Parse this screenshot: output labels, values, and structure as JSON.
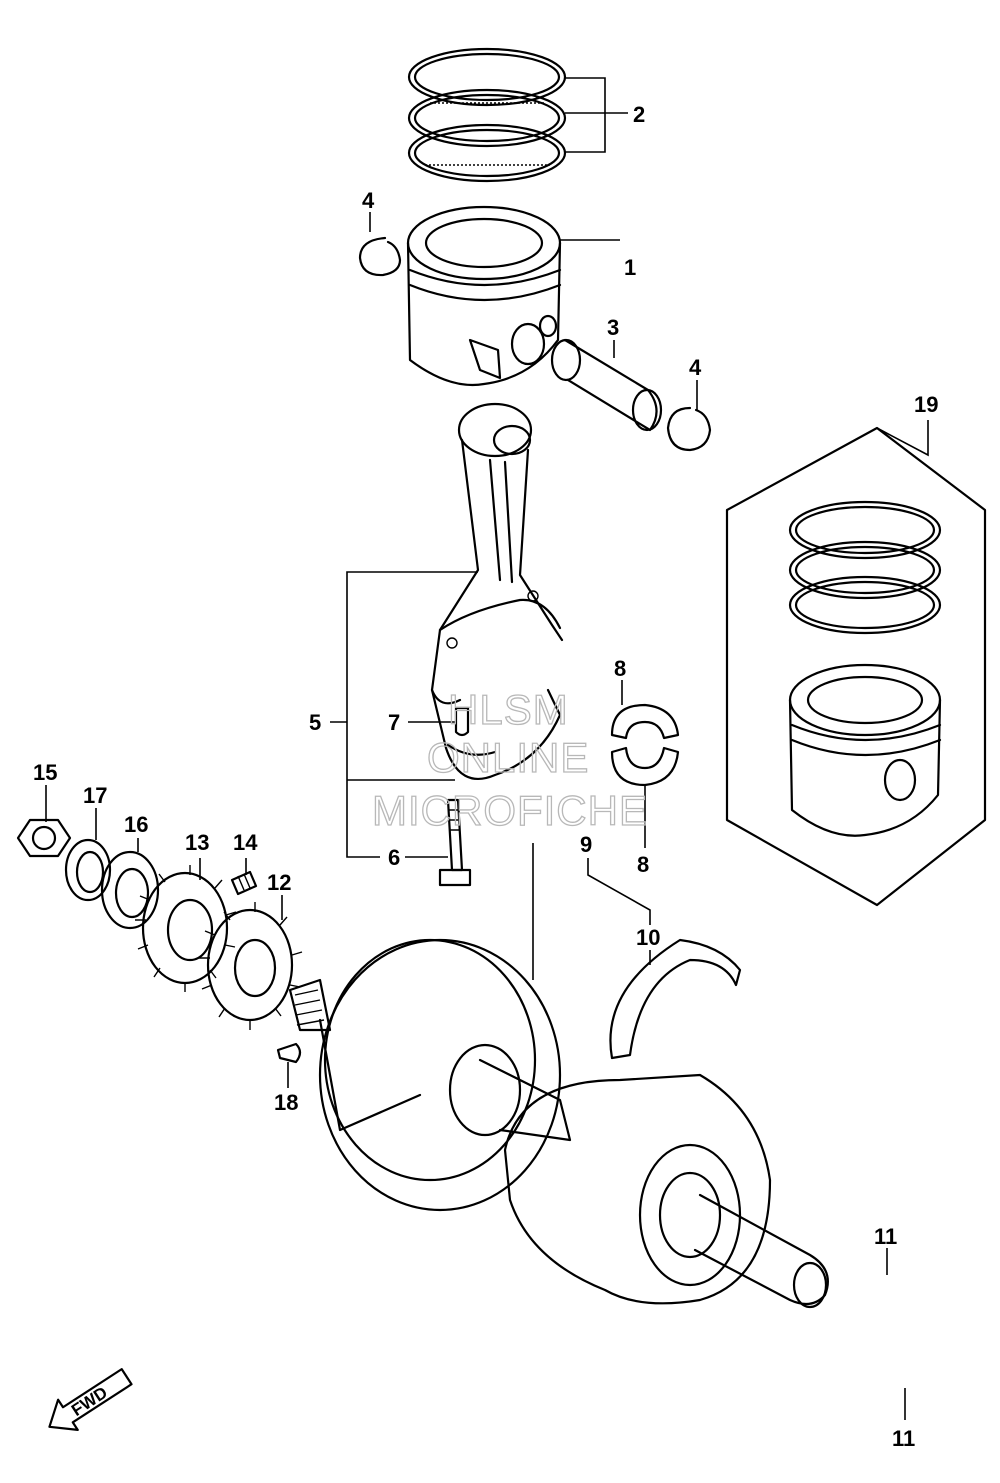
{
  "callouts": {
    "c1": "1",
    "c2": "2",
    "c3": "3",
    "c4a": "4",
    "c4b": "4",
    "c5": "5",
    "c6": "6",
    "c7": "7",
    "c8a": "8",
    "c8b": "8",
    "c9": "9",
    "c10": "10",
    "c11a": "11",
    "c11b": "11",
    "c12": "12",
    "c13": "13",
    "c14": "14",
    "c15": "15",
    "c16": "16",
    "c17": "17",
    "c18": "18",
    "c19": "19"
  },
  "watermark": {
    "line1": "HLSM",
    "line2": "ONLINE",
    "line3": "MICROFICHE"
  },
  "direction_badge": {
    "label": "FWD"
  },
  "colors": {
    "ink": "#000000",
    "watermark": "#b8b8b8",
    "background": "#ffffff"
  }
}
